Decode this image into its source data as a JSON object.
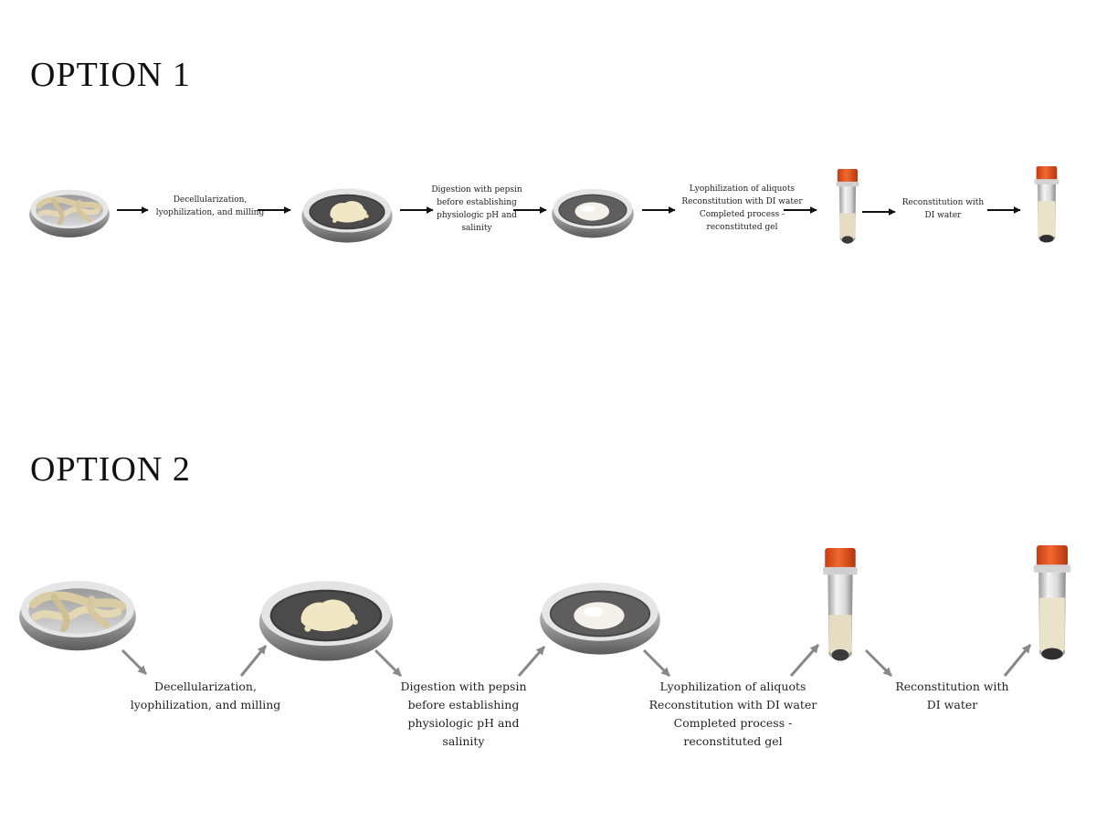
{
  "option1": {
    "heading": "OPTION 1",
    "steps": {
      "decell": [
        "Decellularization,",
        "lyophilization, and milling"
      ],
      "digest": [
        "Digestion with pepsin",
        "before establishing",
        "physiologic pH and",
        "salinity"
      ],
      "lyoph": [
        "Lyophilization of aliquots",
        "Reconstitution with DI water",
        "Completed process -",
        "reconstituted gel"
      ],
      "recon": [
        "Reconstitution with",
        "DI water"
      ]
    }
  },
  "option2": {
    "heading": "OPTION 2",
    "steps": {
      "decell": [
        "Decellularization,",
        "lyophilization, and milling"
      ],
      "digest": [
        "Digestion with pepsin",
        "before establishing",
        "physiologic pH and",
        "salinity"
      ],
      "lyoph": [
        "Lyophilization of aliquots",
        "Reconstitution with DI water",
        "Completed process -",
        "reconstituted gel"
      ],
      "recon": [
        "Reconstitution with",
        "DI water"
      ]
    }
  },
  "colors": {
    "arrow1": "#111111",
    "arrow2": "#888888",
    "cap": "#e8501e",
    "gel": "#e9dfc4"
  }
}
